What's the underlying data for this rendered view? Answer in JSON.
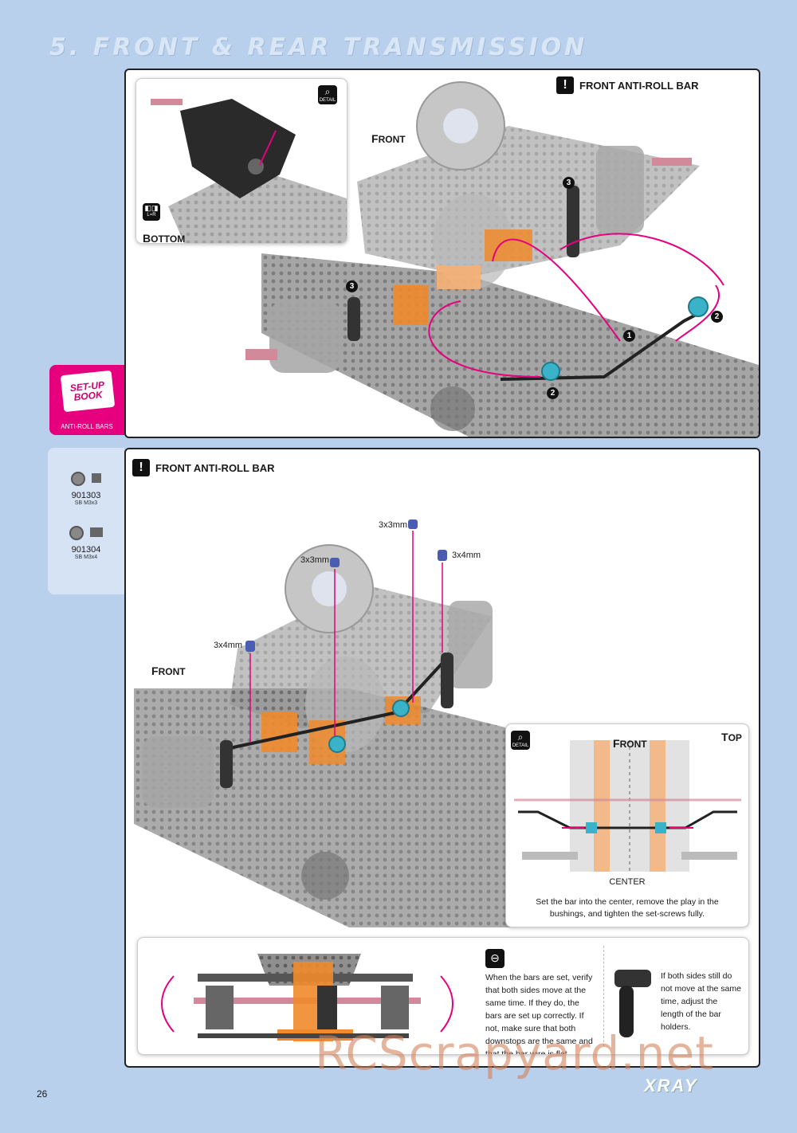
{
  "page": {
    "title": "5. FRONT & REAR TRANSMISSION",
    "page_number": "26",
    "brand": "XRAY",
    "watermark": "RCScrapyard.net"
  },
  "panel1": {
    "warning_title": "FRONT ANTI-ROLL BAR",
    "label_front": "FRONT",
    "inset": {
      "detail_icon_text": "DETAIL",
      "lr_icon_text": "L=R",
      "label_bottom": "BOTTOM"
    },
    "callouts": [
      "1",
      "2",
      "2",
      "3",
      "3"
    ]
  },
  "setup_book": {
    "title": "SET-UP BOOK",
    "label": "ANTI-ROLL BARS"
  },
  "parts": [
    {
      "code": "901303",
      "desc": "SB M3x3"
    },
    {
      "code": "901304",
      "desc": "SB M3x4"
    }
  ],
  "panel2": {
    "warning_title": "FRONT ANTI-ROLL BAR",
    "label_front": "FRONT",
    "screw_labels": [
      "3x3mm",
      "3x3mm",
      "3x4mm",
      "3x4mm"
    ],
    "detail": {
      "detail_icon_text": "DETAIL",
      "label_front": "FRONT",
      "label_top": "TOP",
      "label_center": "CENTER",
      "text": "Set the bar into the center, remove the play in the bushings, and tighten the set-screws fully."
    },
    "check": {
      "text_left": "When the bars are set, verify that both sides move at the same time. If they do, the bars are set up correctly. If not, make sure that both downstops are the same and that the bar wire is flat.",
      "text_right": "If both sides still do not move at the same time, adjust the length of the bar holders."
    }
  }
}
